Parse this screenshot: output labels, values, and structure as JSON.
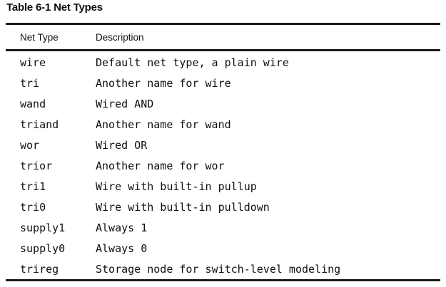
{
  "caption": "Table 6-1 Net Types",
  "columns": [
    {
      "key": "net_type",
      "label": "Net Type"
    },
    {
      "key": "description",
      "label": "Description"
    }
  ],
  "rows": [
    {
      "net_type": "wire",
      "description": "Default net type, a plain wire"
    },
    {
      "net_type": "tri",
      "description": "Another name for wire"
    },
    {
      "net_type": "wand",
      "description": "Wired AND"
    },
    {
      "net_type": "triand",
      "description": "Another name for wand"
    },
    {
      "net_type": "wor",
      "description": "Wired OR"
    },
    {
      "net_type": "trior",
      "description": "Another name for wor"
    },
    {
      "net_type": "tri1",
      "description": "Wire with built-in pullup"
    },
    {
      "net_type": "tri0",
      "description": "Wire with built-in pulldown"
    },
    {
      "net_type": "supply1",
      "description": "Always 1"
    },
    {
      "net_type": "supply0",
      "description": "Always 0"
    },
    {
      "net_type": "trireg",
      "description": "Storage node for switch-level modeling"
    }
  ],
  "colors": {
    "page_background": "#ffffff",
    "text": "#101010",
    "rule": "#1a1a1a"
  }
}
